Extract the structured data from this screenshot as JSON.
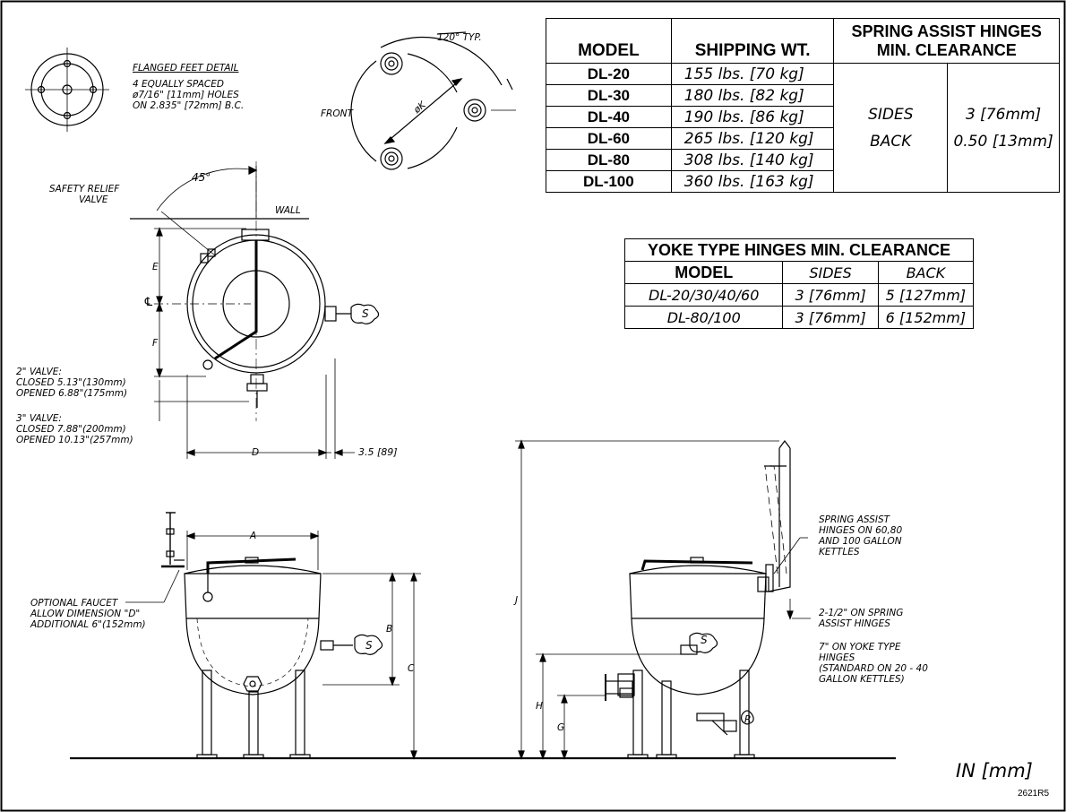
{
  "flanged_feet": {
    "title": "FLANGED FEET DETAIL",
    "lines": [
      "4 EQUALLY SPACED",
      "ø7/16\" [11mm] HOLES",
      "ON 2.835\" [72mm] B.C."
    ]
  },
  "top_view_labels": {
    "typ": "120° TYP.",
    "front": "FRONT",
    "phi_k": "øK",
    "angle": "45°",
    "wall": "WALL",
    "safety": [
      "SAFETY RELIEF",
      "VALVE"
    ],
    "e": "E",
    "f": "F",
    "cl": "℄",
    "d": "D",
    "offset": "3.5 [89]",
    "steam": "S"
  },
  "valve_notes": {
    "v2_title": "2\" VALVE:",
    "v2_closed": "CLOSED 5.13\"(130mm)",
    "v2_opened": "OPENED 6.88\"(175mm)",
    "v3_title": "3\" VALVE:",
    "v3_closed": "CLOSED 7.88\"(200mm)",
    "v3_opened": "OPENED 10.13\"(257mm)"
  },
  "shipping_table": {
    "headers": {
      "model": "MODEL",
      "weight": "SHIPPING WT.",
      "hinges_line1": "SPRING ASSIST HINGES",
      "hinges_line2": "MIN. CLEARANCE"
    },
    "rows": [
      {
        "model": "DL-20",
        "weight": "155 lbs. [70 kg]"
      },
      {
        "model": "DL-30",
        "weight": "180 lbs. [82 kg]"
      },
      {
        "model": "DL-40",
        "weight": "190 lbs. [86 kg]"
      },
      {
        "model": "DL-60",
        "weight": "265 lbs. [120 kg]"
      },
      {
        "model": "DL-80",
        "weight": "308 lbs. [140 kg]"
      },
      {
        "model": "DL-100",
        "weight": "360 lbs. [163 kg]"
      }
    ],
    "clearance": {
      "sides_label": "SIDES",
      "back_label": "BACK",
      "sides_value": "3 [76mm]",
      "back_value": "0.50 [13mm]"
    }
  },
  "yoke_table": {
    "title": "YOKE TYPE HINGES MIN. CLEARANCE",
    "headers": {
      "model": "MODEL",
      "sides": "SIDES",
      "back": "BACK"
    },
    "rows": [
      {
        "model": "DL-20/30/40/60",
        "sides": "3 [76mm]",
        "back": "5 [127mm]"
      },
      {
        "model": "DL-80/100",
        "sides": "3 [76mm]",
        "back": "6 [152mm]"
      }
    ]
  },
  "front_view_labels": {
    "a": "A",
    "b": "B",
    "c": "C",
    "steam": "S",
    "faucet": [
      "OPTIONAL FAUCET",
      "ALLOW DIMENSION \"D\"",
      "ADDITIONAL 6\"(152mm)"
    ]
  },
  "side_view_labels": {
    "j": "J",
    "h": "H",
    "g": "G",
    "steam": "S",
    "r": "R",
    "spring_note": [
      "SPRING ASSIST",
      "HINGES ON 60,80",
      "AND 100 GALLON",
      "KETTLES"
    ],
    "spring_dim": [
      "2-1/2\" ON SPRING",
      "ASSIST HINGES"
    ],
    "yoke_dim": [
      "7\" ON YOKE TYPE",
      "HINGES",
      "(STANDARD ON 20 - 40",
      "GALLON KETTLES)"
    ]
  },
  "footer": {
    "units": "IN [mm]",
    "drawing_number": "2621R5"
  }
}
